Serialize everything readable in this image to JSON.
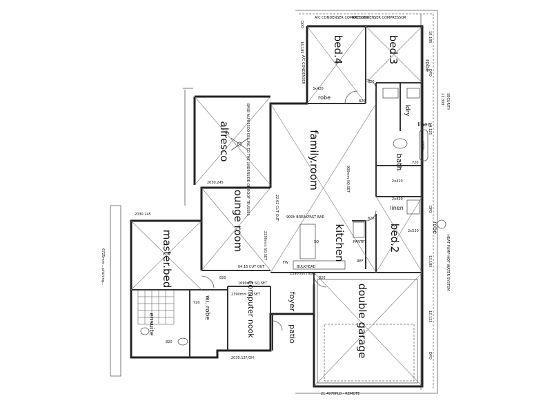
{
  "rooms": {
    "bed4": "bed.4",
    "bed3": "bed.3",
    "alfresco": "alfresco",
    "family_room": "family.room",
    "lounge_room": "lounge room",
    "master_bed": "master.bed",
    "kitchen": "kitchen",
    "bath": "bath",
    "bed2": "bed.2",
    "double_garage": "double garage",
    "computer_nook": "computer nook",
    "foyer": "foyer",
    "patio": "patio",
    "ensuite": "ensuite",
    "wi_robe": "wi. robe",
    "robe_top": "robe",
    "robe_right_top": "robe",
    "robe_right_mid": "robe",
    "linen_top": "linen",
    "linen_mid": "linen",
    "ldry": "ldry"
  },
  "labels": {
    "ac_condenser_1": "A/C CONDENSER COMPRESSOR",
    "ac_condenser_2": "A/C CONDENSER COMPRESSOR",
    "ac_condenser_3": "A/C CONDENSER",
    "family_sqset": "900mm SQ.SET",
    "cut_out": "04.16 CUT OUT",
    "bulkhead": "BULKHEAD",
    "bulkhead_height": "2390mm HIGH",
    "foyer_sqset": "1690mm SQ.SET",
    "nook_sqset": "2390mm SQ.SET",
    "breakfast_bar": "900h BREAKFAST BAR",
    "pantry": "PANTRY",
    "ref": "REF",
    "lounge_sqset": "2290mm SQ.SET",
    "alfresco_note": "BASE ALFRESCO CEILING TO THE UNDERSIDE OF ROOF TRUSSES",
    "level_left": "2030.245",
    "level_mid": "2030.245",
    "level_bottom": "2030.12F/OH",
    "remote": "21.4970PLD - REMOTE",
    "security": "SECURITY",
    "heat_pump": "HEAT PUMP HOT WATER SYSTEM",
    "dimension_left": "6725mm ...pitching...",
    "stairs": "22.02 CUT OUT",
    "dim_820_a": "820",
    "dim_820_b": "820",
    "dim_820_c": "820",
    "dim_820_d": "820",
    "dim_820_e": "820",
    "dim_820_f": "820",
    "dim_720_a": "720",
    "dim_720_b": "720",
    "dim_3x420": "3x420",
    "dim_2x420_a": "2x420",
    "dim_2x420_b": "2x420",
    "dim_2x520": "2x520",
    "dim_18185": "18.185",
    "dim_21309": "21.309",
    "dim_19125": "19.125",
    "dim_16185": "16.185",
    "dim_13185": "13.185",
    "dim_12125": "12.125",
    "dpo_1": "DPO",
    "dpo_2": "DPO",
    "dpo_3": "DPO",
    "dpo_4": "DPO",
    "fw": "FW",
    "sq": "SQ",
    "bath_fixture": "BATH"
  }
}
